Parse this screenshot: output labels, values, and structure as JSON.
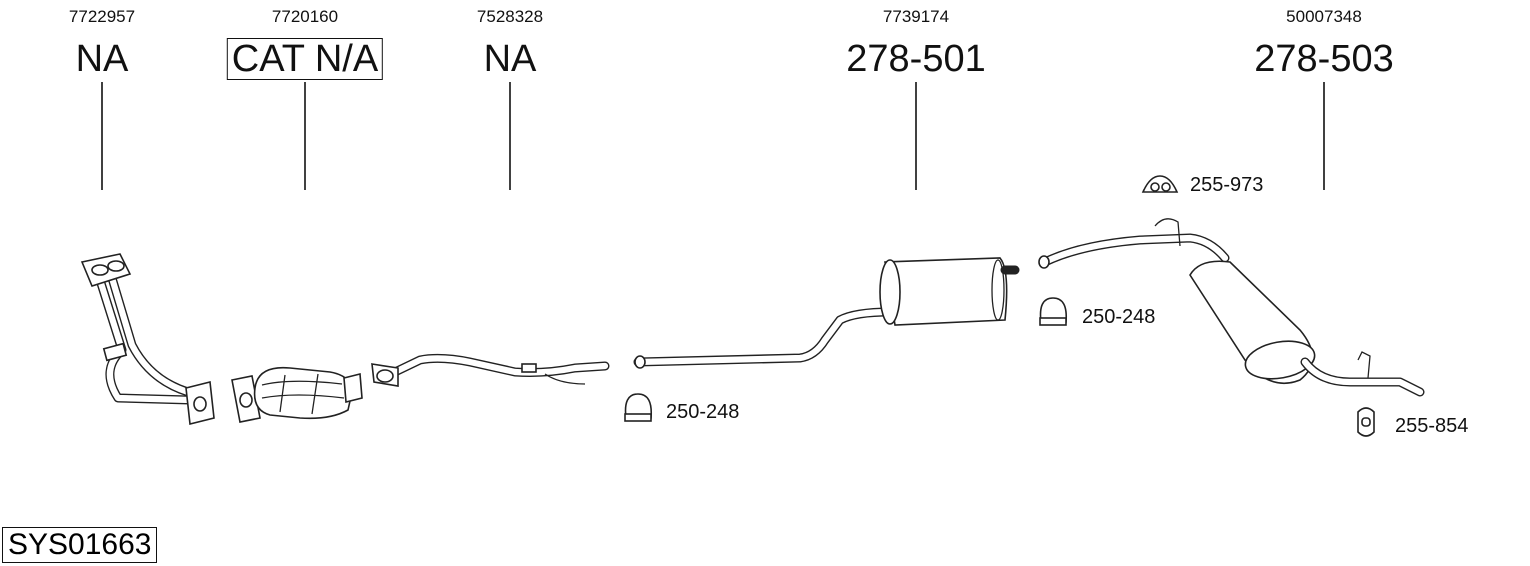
{
  "diagram_id": "SYS01663",
  "parts": [
    {
      "oe_number": "7722957",
      "part_label": "NA",
      "boxed": false
    },
    {
      "oe_number": "7720160",
      "part_label": "CAT N/A",
      "boxed": true
    },
    {
      "oe_number": "7528328",
      "part_label": "NA",
      "boxed": false
    },
    {
      "oe_number": "7739174",
      "part_label": "278-501",
      "boxed": false
    },
    {
      "oe_number": "50007348",
      "part_label": "278-503",
      "boxed": false
    }
  ],
  "accessories": [
    {
      "label": "255-973",
      "icon": "rubber-hanger-icon"
    },
    {
      "label": "250-248",
      "icon": "pipe-clamp-icon"
    },
    {
      "label": "250-248",
      "icon": "pipe-clamp-icon"
    },
    {
      "label": "255-854",
      "icon": "rubber-ring-icon"
    }
  ]
}
